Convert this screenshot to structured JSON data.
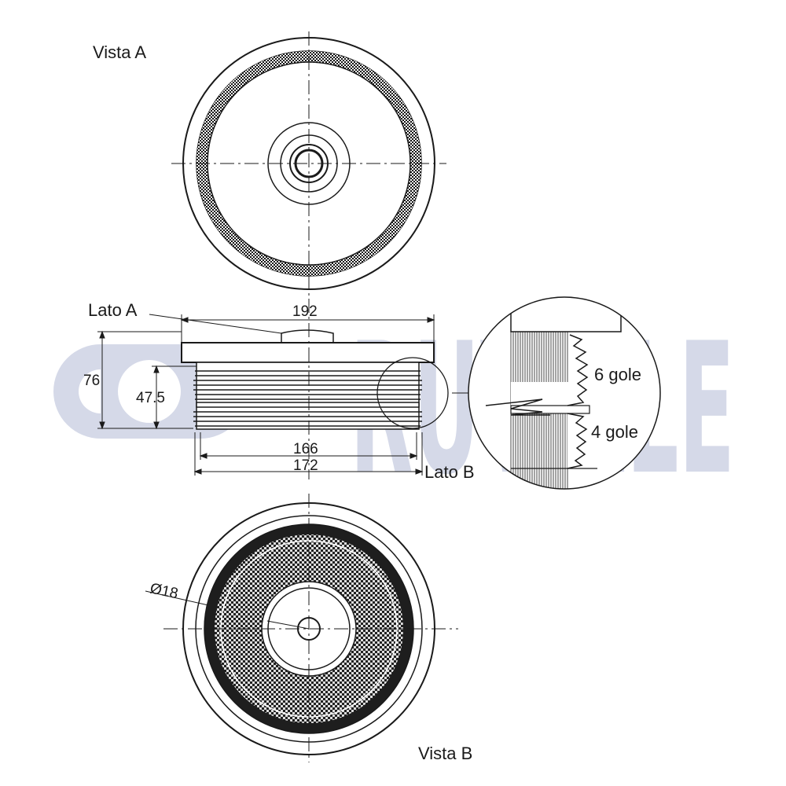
{
  "brand": {
    "logo_text": "RUVILLE",
    "logo_color": "#d5d9e8"
  },
  "views": {
    "view_a": "Vista A",
    "view_b": "Vista B",
    "side_a": "Lato A",
    "side_b": "Lato B"
  },
  "dimensions": {
    "outer_diameter": "192",
    "height": "76",
    "inner_height": "47.5",
    "groove_diameter": "166",
    "pulley_diameter": "172",
    "hole_diameter": "Ø18"
  },
  "detail": {
    "upper_grooves": "6 gole",
    "lower_grooves": "4 gole"
  },
  "colors": {
    "line": "#1a1a1a",
    "background": "#ffffff"
  }
}
